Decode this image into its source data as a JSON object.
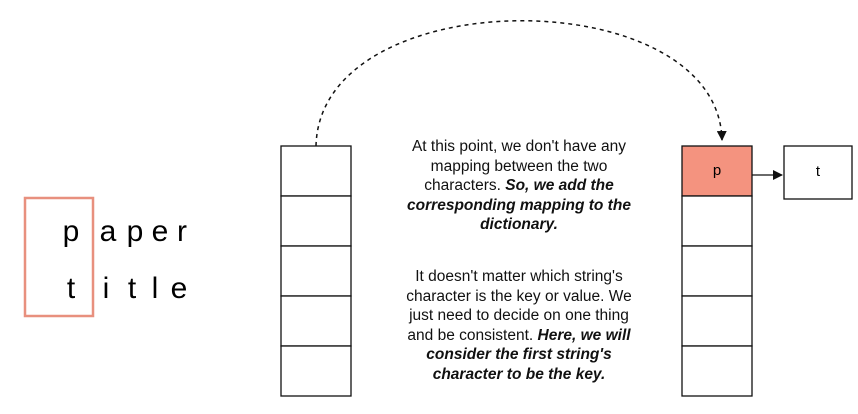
{
  "words": {
    "first": [
      "p",
      "a",
      "p",
      "e",
      "r"
    ],
    "second": [
      "t",
      "i",
      "t",
      "l",
      "e"
    ],
    "highlight_index": 0
  },
  "colors": {
    "highlight_box": "#e8907e",
    "filled_cell": "#f4937f",
    "stroke": "#111111"
  },
  "notes": {
    "first": {
      "plain": "At this point, we don't have any mapping between the two characters.",
      "emphasis": "So, we add the corresponding mapping to the dictionary."
    },
    "second": {
      "plain": "It doesn't matter which string's character is the key or value. We just need to decide on one thing and be consistent.",
      "emphasis": "Here, we will consider the first string's character to be the key."
    }
  },
  "dictionary": {
    "key": "p",
    "value": "t",
    "empty_cells": 4
  },
  "left_table": {
    "cells": 5
  }
}
